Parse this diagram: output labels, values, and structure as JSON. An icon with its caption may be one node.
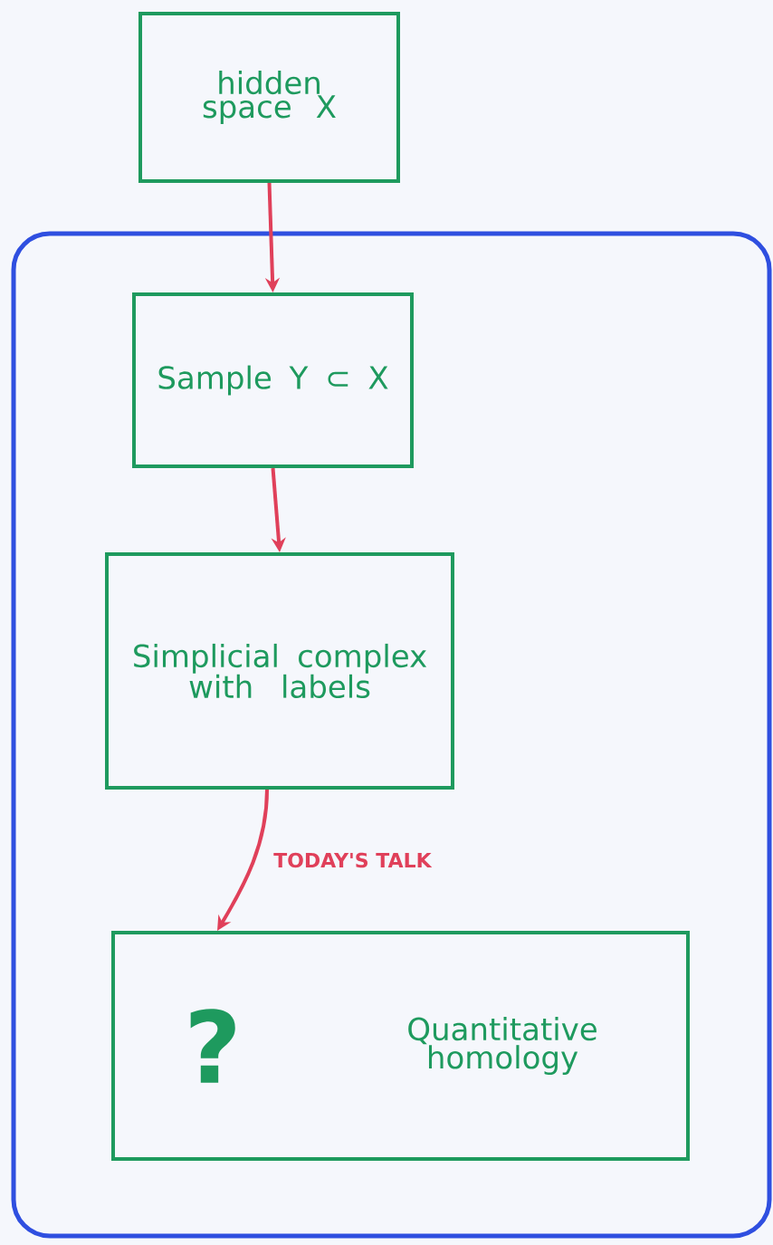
{
  "diagram": {
    "nodes": [
      {
        "text": [
          "hidden space X"
        ]
      },
      {
        "text": [],
        "shape": "box"
      },
      {
        "text": [
          "Sample Y ⊂ X"
        ],
        "in": 1
      },
      {
        "text": [
          "Simplicial complex with labels"
        ],
        "in": 1
      },
      {
        "text": [
          "?",
          "Quantitative homology"
        ],
        "in": 1
      }
    ],
    "edges": [
      {
        "from": 0,
        "to": 2,
        "arrow": "to"
      },
      {
        "from": 2,
        "to": 3,
        "arrow": "to"
      },
      {
        "from": 3,
        "to": 4,
        "arrow": "to",
        "label": "TODAY'S TALK"
      }
    ]
  }
}
